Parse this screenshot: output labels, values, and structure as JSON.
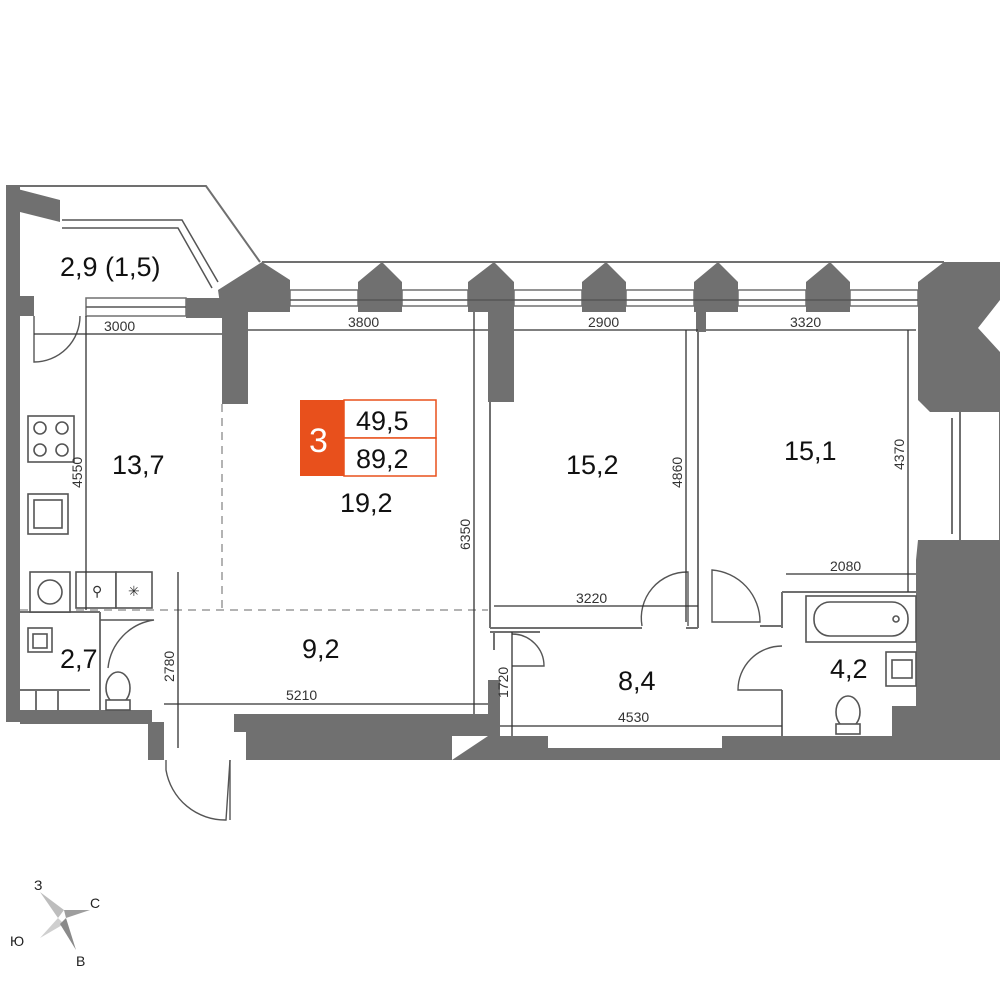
{
  "plan": {
    "rooms_count": "3",
    "living_area": "49,5",
    "total_area": "89,2",
    "accent_color": "#e8501c",
    "wall_color": "#707070"
  },
  "rooms": {
    "balcony": "2,9 (1,5)",
    "kitchen": "13,7",
    "living": "19,2",
    "hall": "9,2",
    "bath_left": "2,7",
    "bedroom_mid": "15,2",
    "bedroom_right": "15,1",
    "corridor": "8,4",
    "bath_right": "4,2"
  },
  "dimensions": {
    "d3000": "3000",
    "d3800": "3800",
    "d2900": "2900",
    "d3320": "3320",
    "d4550": "4550",
    "d6350": "6350",
    "d4860": "4860",
    "d4370": "4370",
    "d2080": "2080",
    "d3220": "3220",
    "d2780": "2780",
    "d5210": "5210",
    "d1720": "1720",
    "d4530": "4530"
  },
  "compass": {
    "north_west": "З",
    "north_east": "С",
    "south_west": "Ю",
    "south_east": "В"
  }
}
